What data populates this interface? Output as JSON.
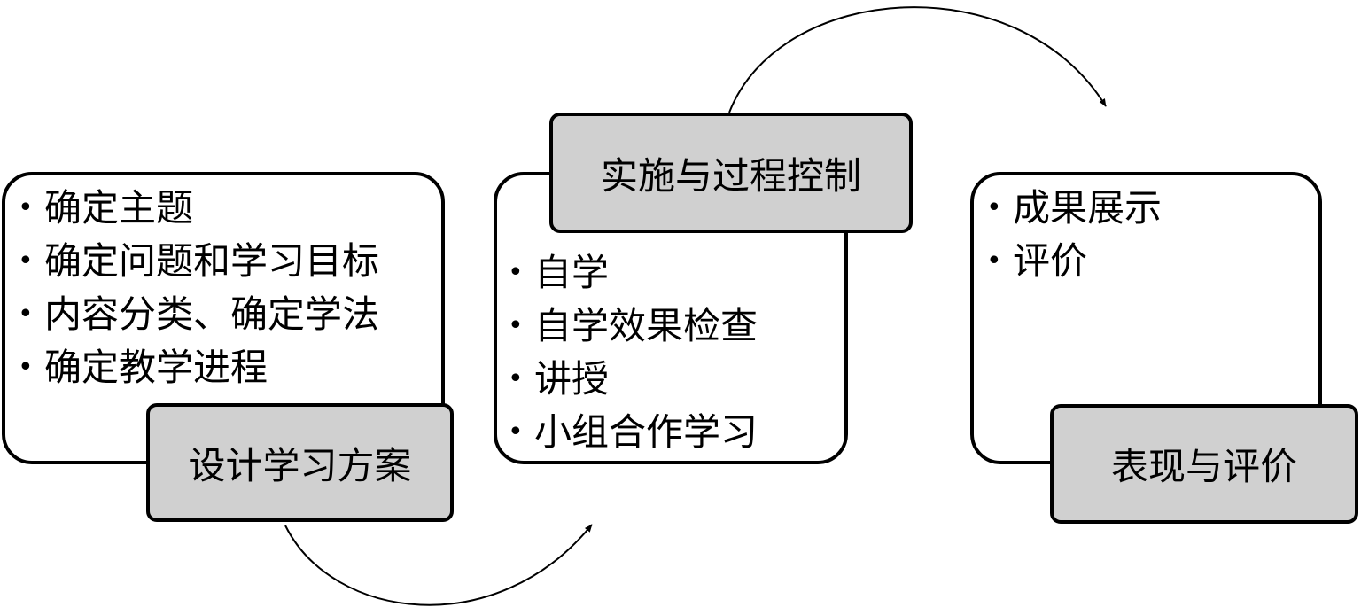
{
  "stages": [
    {
      "title": "设计学习方案",
      "items": [
        "确定主题",
        "确定问题和学习目标",
        "内容分类、确定学法",
        "确定教学进程"
      ]
    },
    {
      "title": "实施与过程控制",
      "items": [
        "自学",
        "自学效果检查",
        "讲授",
        "小组合作学习"
      ]
    },
    {
      "title": "表现与评价",
      "items": [
        "成果展示",
        "评价"
      ]
    }
  ],
  "bullet": "•",
  "colors": {
    "label_fill": "#d0d0d0",
    "stroke": "#000000",
    "panel_fill": "#ffffff"
  }
}
